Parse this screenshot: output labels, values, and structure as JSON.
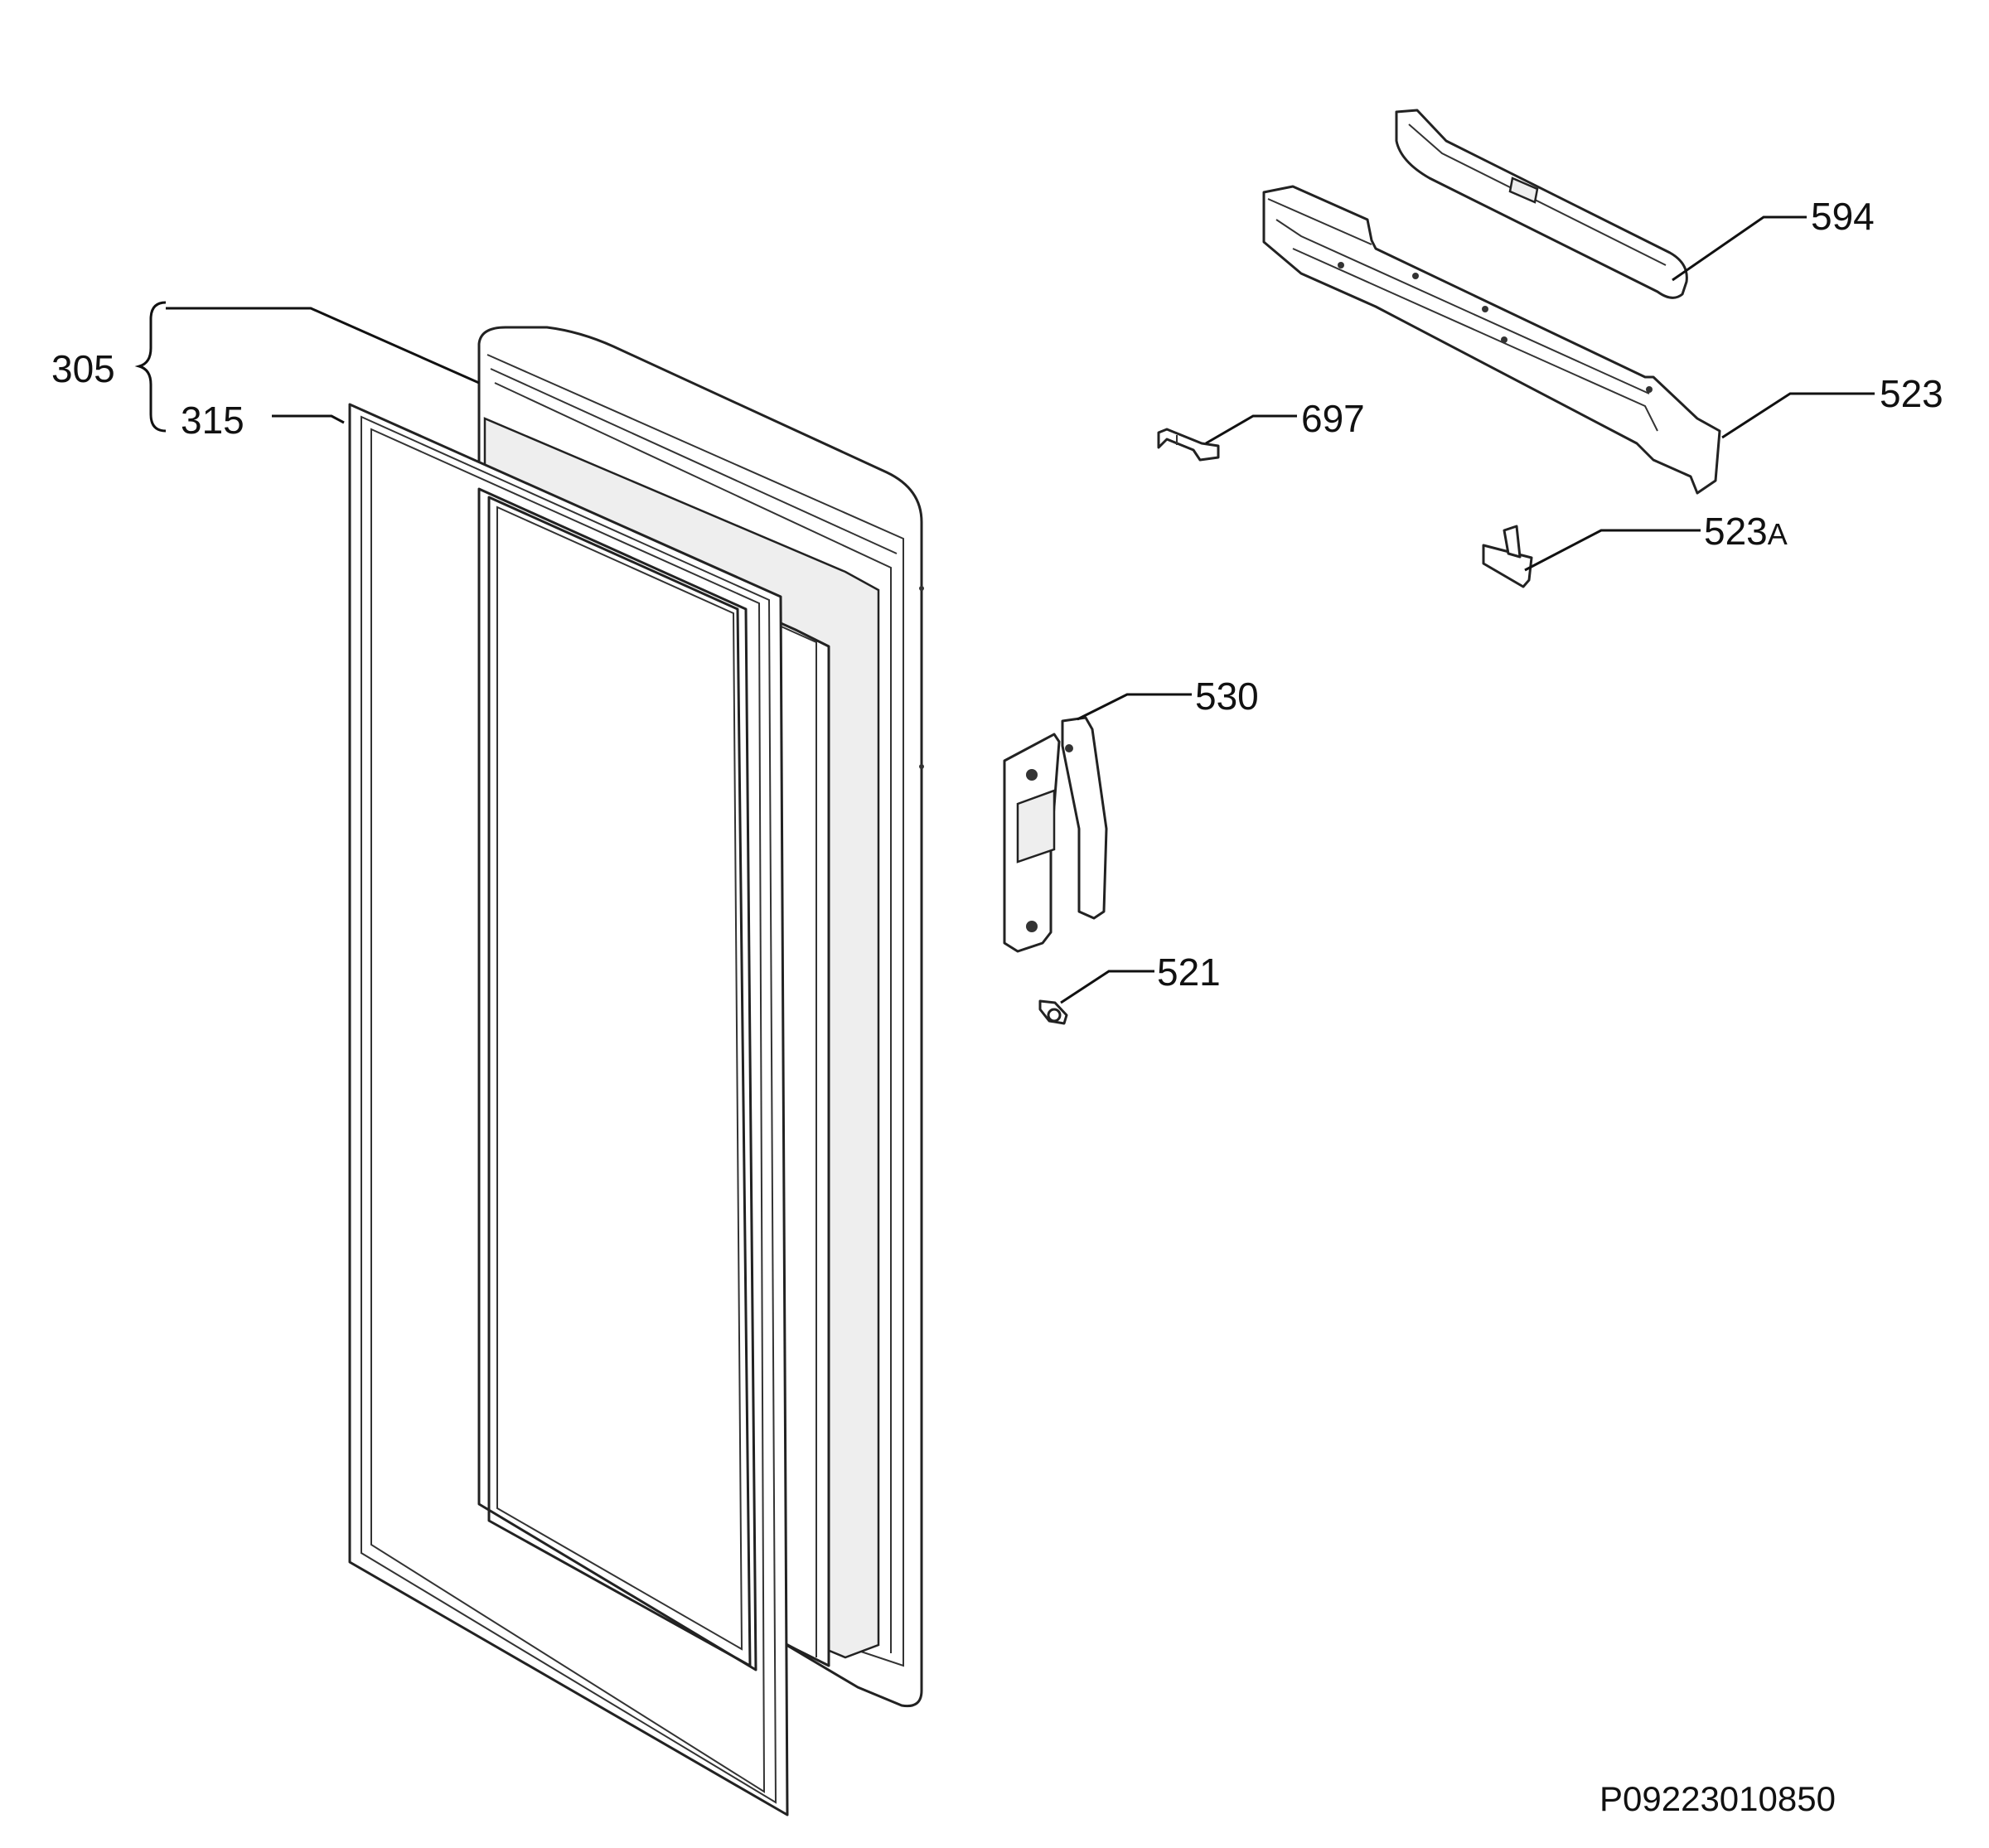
{
  "callouts": {
    "c305": "305",
    "c315": "315",
    "c594": "594",
    "c523": "523",
    "c697": "697",
    "c523a_num": "523",
    "c523a_suffix": "A",
    "c530": "530",
    "c521": "521"
  },
  "reference_code": "P09223010850"
}
